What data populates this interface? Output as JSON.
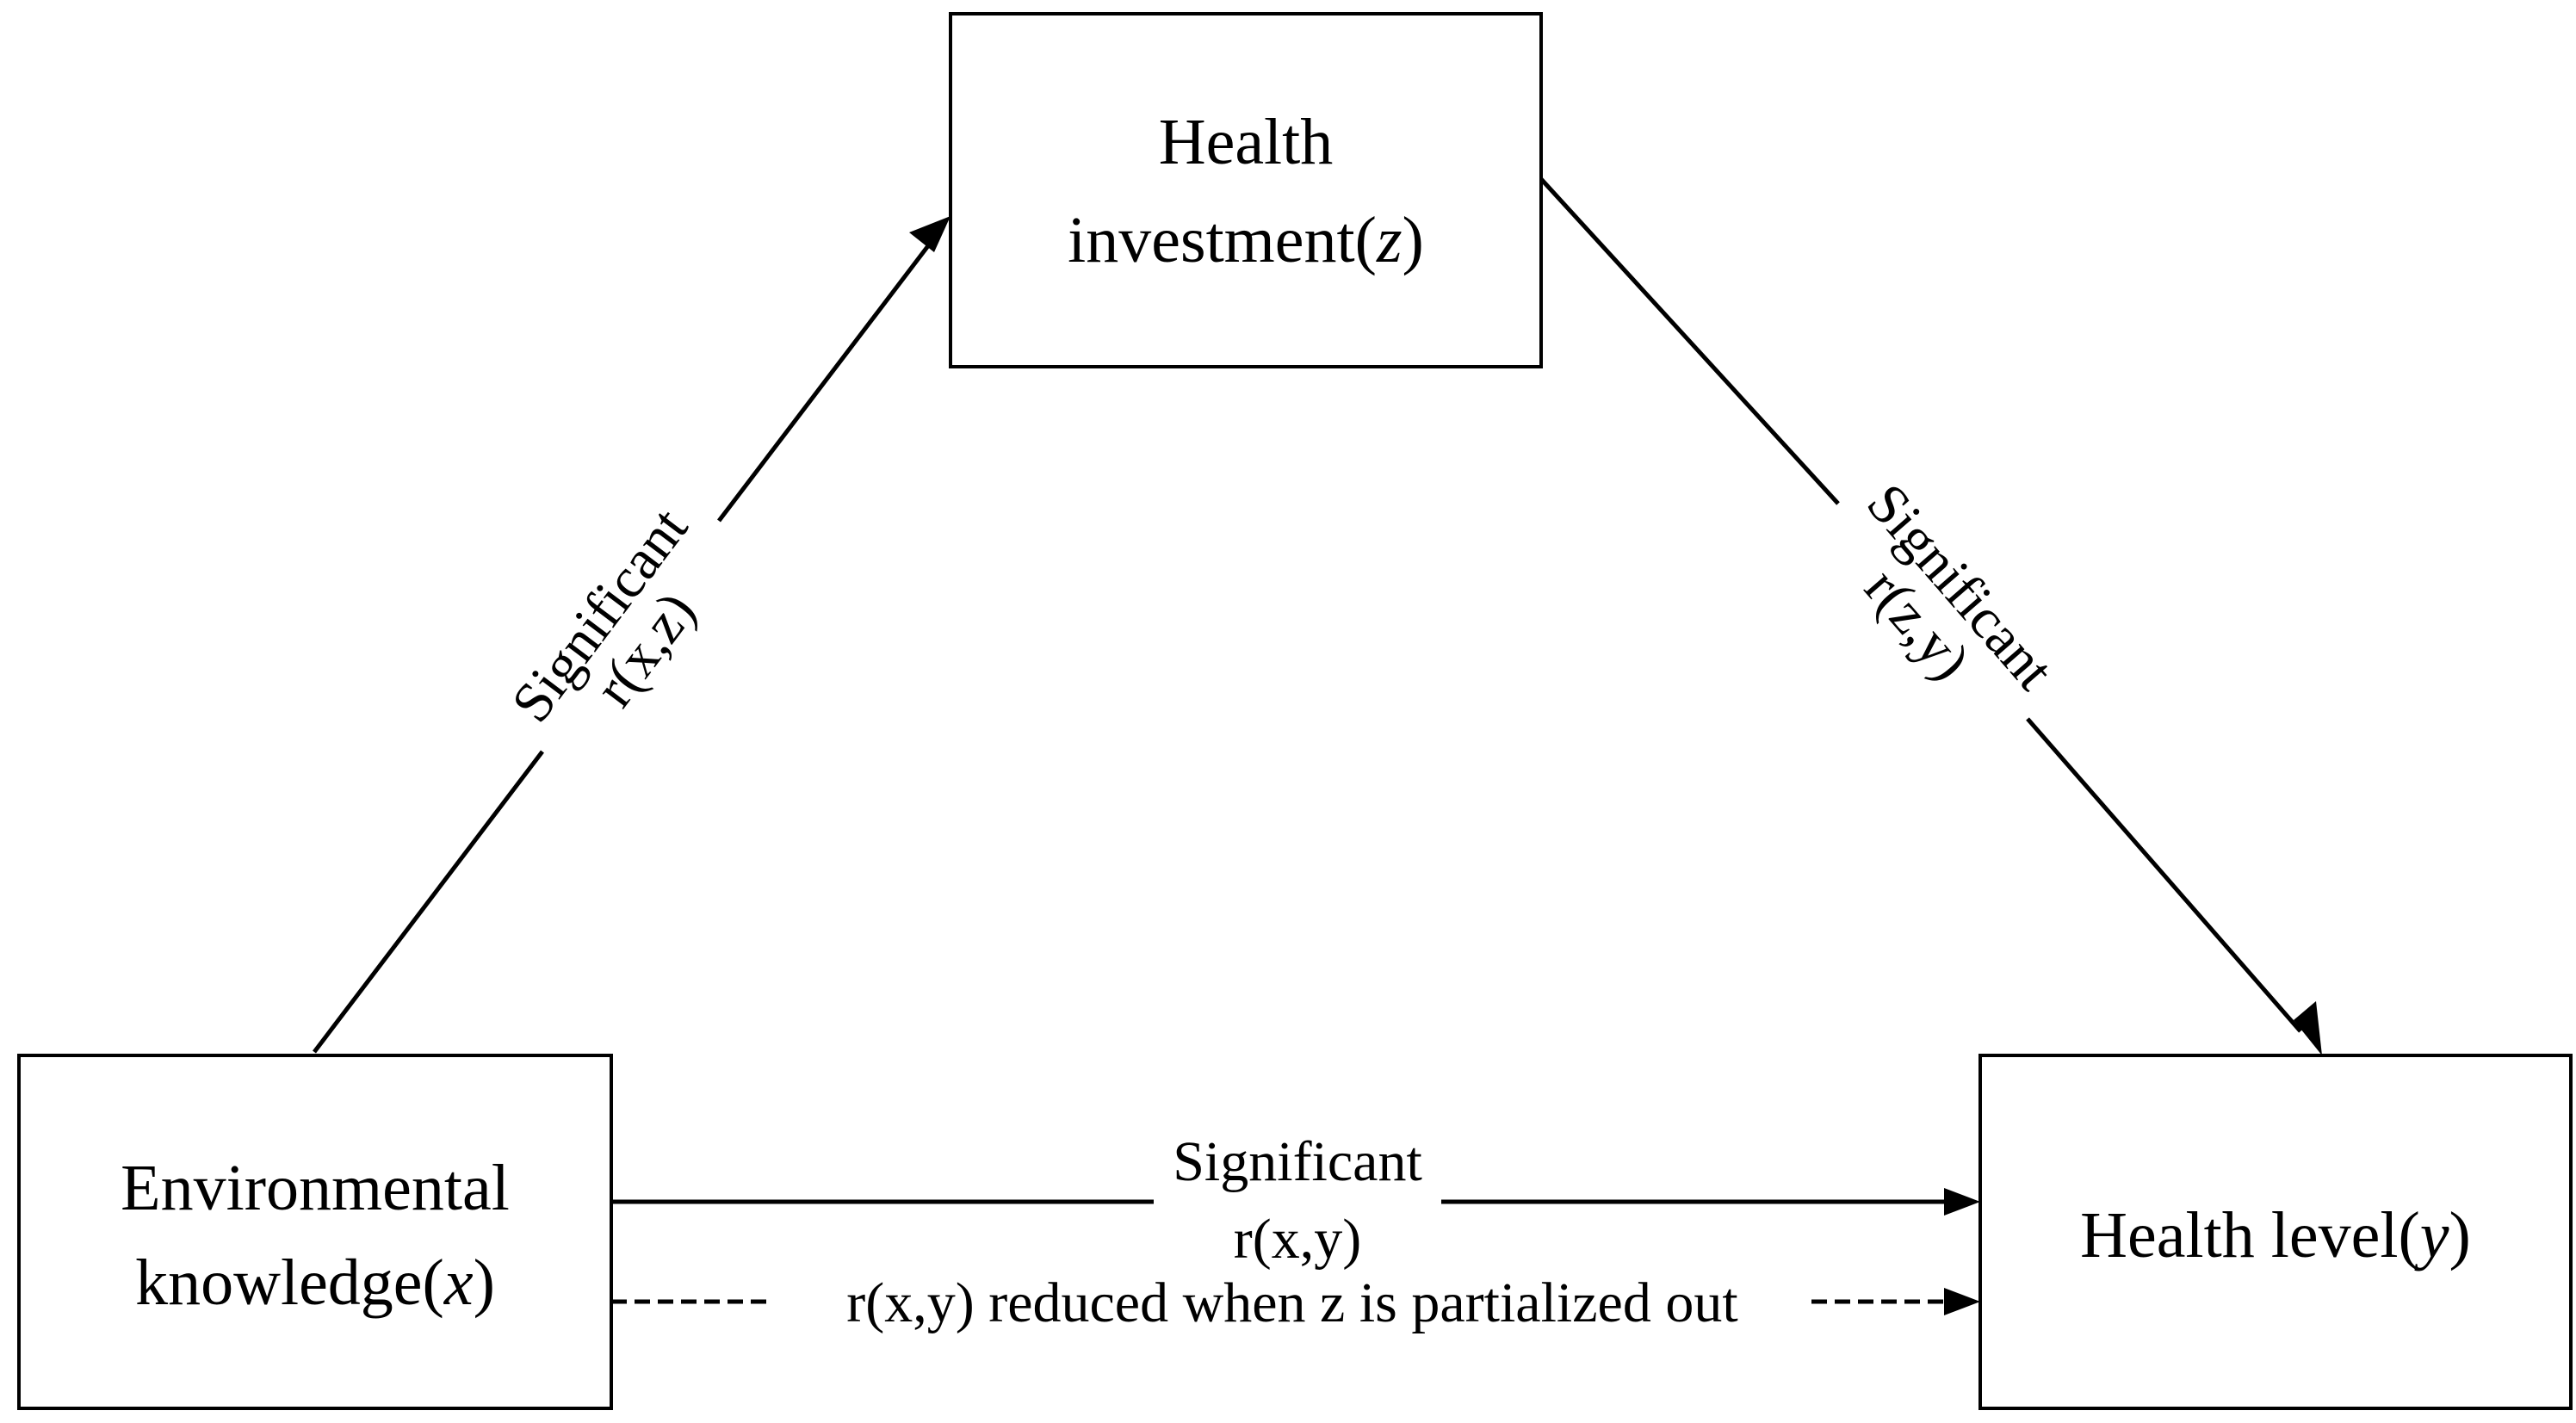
{
  "nodes": {
    "mediator": {
      "line1": "Health",
      "line2_text": "investment(",
      "line2_var": "z",
      "line2_close": ")"
    },
    "independent": {
      "line1": "Environmental",
      "line2_text": "knowledge(",
      "line2_var": "x",
      "line2_close": ")"
    },
    "dependent": {
      "line1_text": "Health level(",
      "line1_var": "y",
      "line1_close": ")"
    }
  },
  "edges": {
    "x_to_z": {
      "label1": "Significant",
      "label2": "r(x,z)"
    },
    "z_to_y": {
      "label1": "Significant",
      "label2": "r(z,y)"
    },
    "x_to_y": {
      "label1": "Significant",
      "label2": "r(x,y)"
    },
    "x_to_y_partial": {
      "label": "r(x,y) reduced when z is partialized out"
    }
  },
  "colors": {
    "stroke": "#000000",
    "background": "#ffffff"
  }
}
